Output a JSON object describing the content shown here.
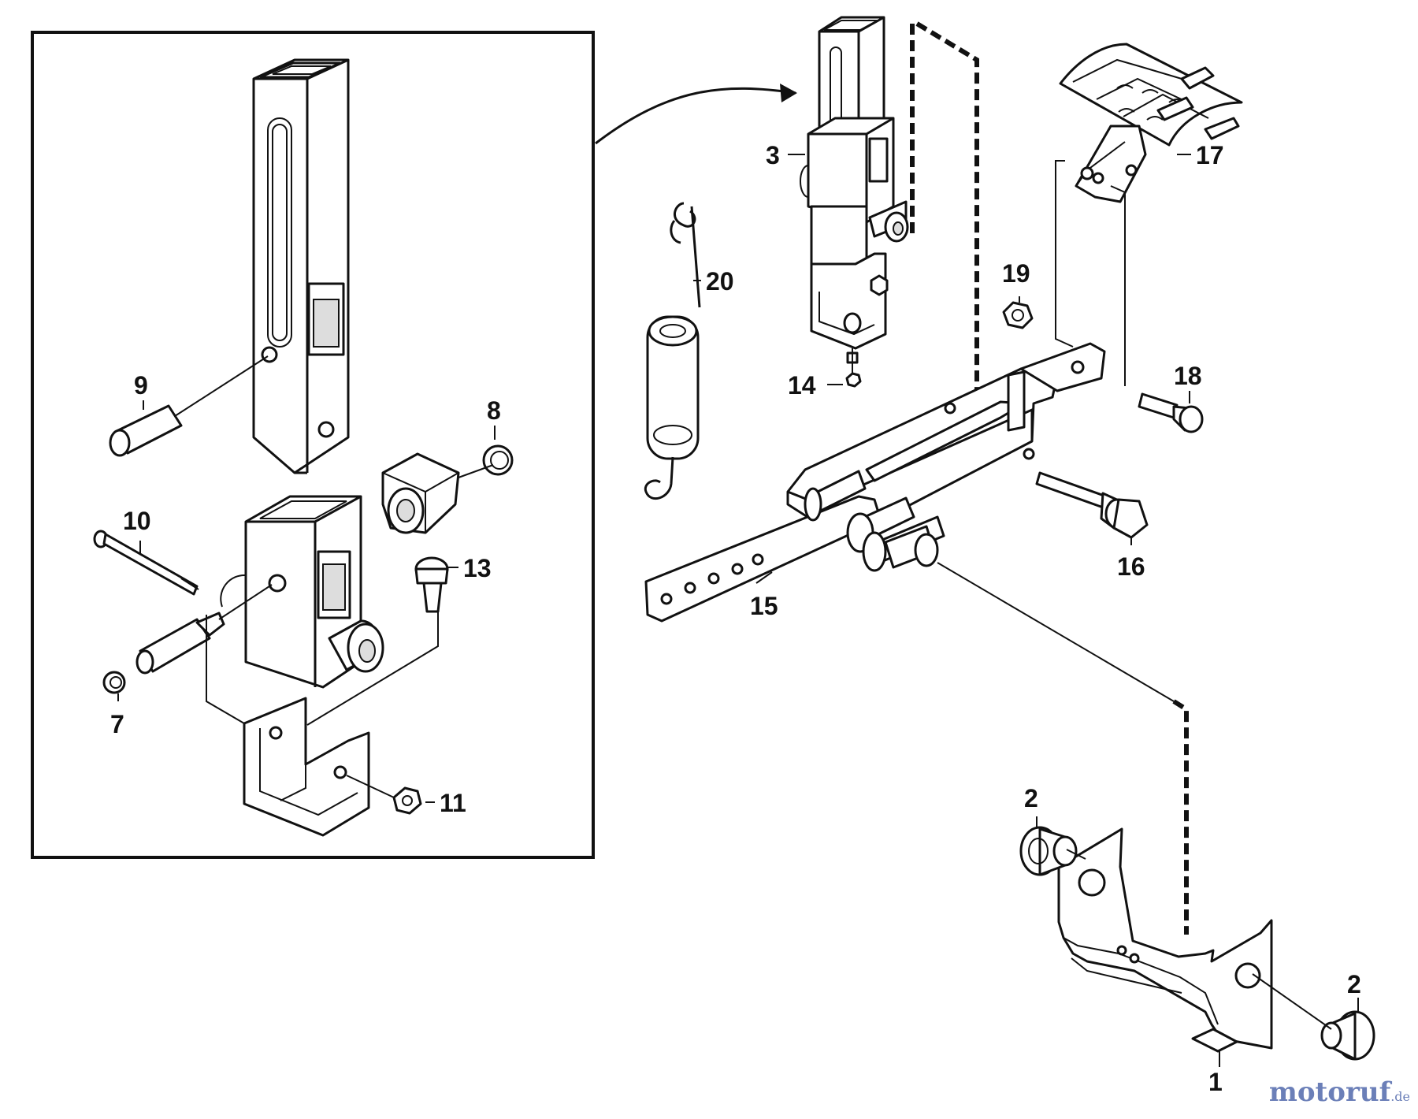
{
  "diagram": {
    "labels": {
      "l1": "1",
      "l2a": "2",
      "l2b": "2",
      "l3": "3",
      "l7": "7",
      "l8": "8",
      "l9": "9",
      "l10": "10",
      "l11": "11",
      "l13": "13",
      "l14": "14",
      "l15": "15",
      "l16": "16",
      "l17": "17",
      "l18": "18",
      "l19": "19",
      "l20": "20"
    }
  },
  "watermark": {
    "main": "motoruf",
    "sub": ".de"
  }
}
